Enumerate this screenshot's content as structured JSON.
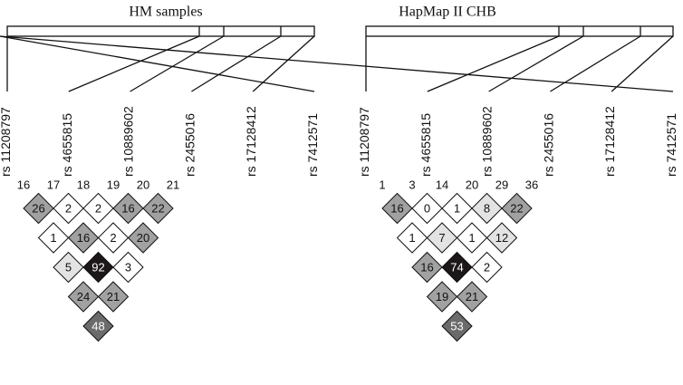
{
  "panels": [
    {
      "id": "hm",
      "title": "HM samples",
      "snps": [
        "rs 11208797",
        "rs 4655815",
        "rs 10889602",
        "rs 2455016",
        "rs 17128412",
        "rs 7412571"
      ],
      "positions": [
        "16",
        "17",
        "18",
        "19",
        "20",
        "21"
      ],
      "ld_values": [
        [
          "26",
          "2",
          "2",
          "16",
          "22"
        ],
        [
          "1",
          "16",
          "2",
          "20"
        ],
        [
          "5",
          "92",
          "3"
        ],
        [
          "24",
          "21"
        ],
        [
          "48"
        ]
      ]
    },
    {
      "id": "chb",
      "title": "HapMap II CHB",
      "snps": [
        "rs 11208797",
        "rs 4655815",
        "rs 10889602",
        "rs 2455016",
        "rs 17128412",
        "rs 7412571"
      ],
      "positions": [
        "1",
        "3",
        "14",
        "20",
        "29",
        "36"
      ],
      "ld_values": [
        [
          "16",
          "0",
          "1",
          "8",
          "22"
        ],
        [
          "1",
          "7",
          "1",
          "12"
        ],
        [
          "16",
          "74",
          "2"
        ],
        [
          "19",
          "21"
        ],
        [
          "53"
        ]
      ]
    }
  ]
}
